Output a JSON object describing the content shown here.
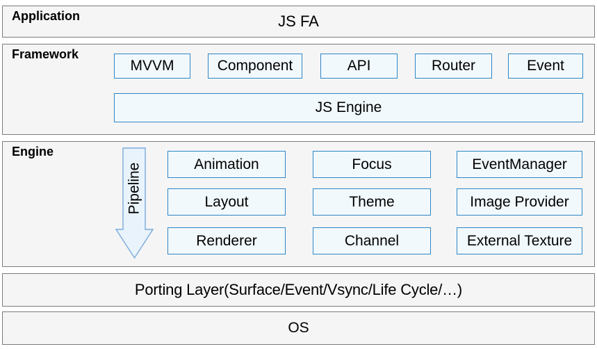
{
  "app": {
    "label": "Application",
    "title": "JS FA"
  },
  "framework": {
    "label": "Framework",
    "modules": [
      "MVVM",
      "Component",
      "API",
      "Router",
      "Event"
    ],
    "engine_box": "JS Engine"
  },
  "engine": {
    "label": "Engine",
    "pipeline_label": "Pipeline",
    "grid": [
      [
        "Animation",
        "Focus",
        "EventManager"
      ],
      [
        "Layout",
        "Theme",
        "Image Provider"
      ],
      [
        "Renderer",
        "Channel",
        "External Texture"
      ]
    ]
  },
  "porting": {
    "label": "Porting Layer(Surface/Event/Vsync/Life Cycle/…)"
  },
  "os": {
    "label": "OS"
  },
  "colors": {
    "section_border": "#7b7b7b",
    "section_fill": "#f5f5f5",
    "box_border": "#2d86c6",
    "box_fill": "#f2f9fd",
    "arrow_border": "#79abd9",
    "arrow_fill": "#e9f3fb"
  }
}
